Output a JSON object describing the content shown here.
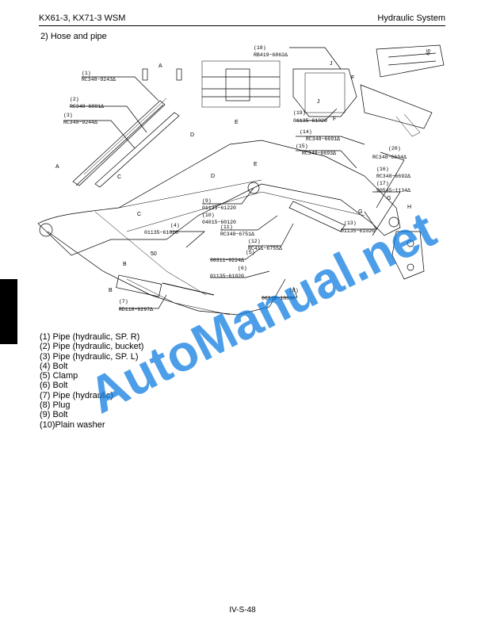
{
  "header": {
    "left": "KX61-3, KX71-3 WSM",
    "right": "Hydraulic System"
  },
  "section_title": "2)   Hose and pipe",
  "callouts": [
    {
      "ref": "(1)",
      "code": "RC348−9243∆"
    },
    {
      "ref": "(2)",
      "code": "RC348−6881∆"
    },
    {
      "ref": "(3)",
      "code": "RC348−9244∆"
    },
    {
      "ref": "(4)",
      "code": "01135−61020"
    },
    {
      "ref": "(5)",
      "code": "68311−9224∆"
    },
    {
      "ref": "(6)",
      "code": "01135−61020"
    },
    {
      "ref": "(7)",
      "code": "RD118−9297∆"
    },
    {
      "ref": "(8)",
      "code": "06312−10040"
    },
    {
      "ref": "(9)",
      "code": "01133−61220"
    },
    {
      "ref": "(10)",
      "code": "04015−60120"
    },
    {
      "ref": "(11)",
      "code": "RC348−6751∆"
    },
    {
      "ref": "(12)",
      "code": "RC411−6755∆"
    },
    {
      "ref": "(13)",
      "code": "01135−61020"
    },
    {
      "ref": "(14)",
      "code": "RC348−6691∆"
    },
    {
      "ref": "(15)",
      "code": "RC348−6693∆"
    },
    {
      "ref": "(16)",
      "code": "RC348−6692∆"
    },
    {
      "ref": "(17)",
      "code": "90545−1134∆"
    },
    {
      "ref": "(18)",
      "code": "RB419−6862∆"
    },
    {
      "ref": "(19)",
      "code": "01135−61020"
    },
    {
      "ref": "(20)",
      "code": "RC348−6694∆"
    }
  ],
  "view_letters": [
    "A",
    "A",
    "B",
    "B",
    "C",
    "C",
    "D",
    "D",
    "E",
    "E",
    "F",
    "F",
    "G",
    "G",
    "H",
    "J",
    "J"
  ],
  "dimensions": [
    "50",
    "65"
  ],
  "parts_list": [
    "(1)  Pipe (hydraulic, SP. R)",
    "(2)  Pipe (hydraulic, bucket)",
    "(3)  Pipe (hydraulic, SP. L)",
    "(4)  Bolt",
    "(5)  Clamp",
    "(6)  Bolt",
    "(7)  Pipe (hydraulic)",
    "(8)  Plug",
    "(9)  Bolt",
    "(10)Plain washer"
  ],
  "watermark": "AutoManual.net",
  "footer": "IV-S-48",
  "colors": {
    "watermark": "#0a7ae0",
    "tab": "#000000"
  }
}
